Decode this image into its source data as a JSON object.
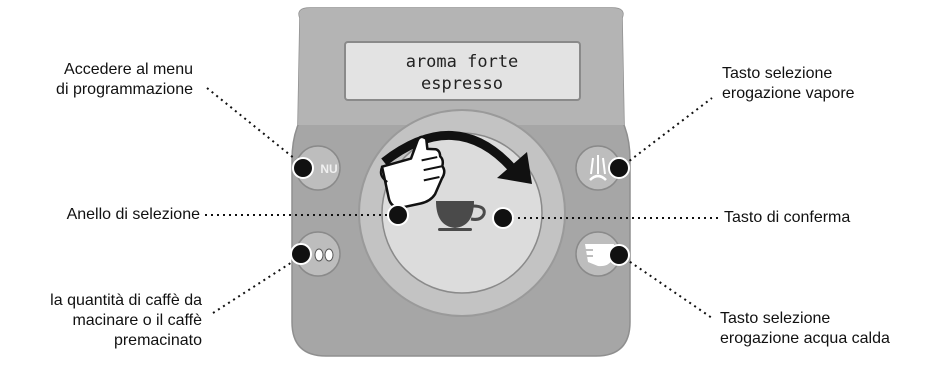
{
  "display": {
    "line1": "aroma forte",
    "line2": "espresso"
  },
  "buttons": {
    "menu_label": "NU"
  },
  "callouts": {
    "menu_line1": "Accedere al menu",
    "menu_line2": "di programmazione",
    "ring": "Anello di selezione",
    "quantity_line1": "la quantità di caffè da",
    "quantity_line2": "macinare o il caffè",
    "quantity_line3": "premacinato",
    "steam_line1": "Tasto selezione",
    "steam_line2": "erogazione vapore",
    "confirm": "Tasto di conferma",
    "water_line1": "Tasto selezione",
    "water_line2": "erogazione acqua calda"
  },
  "colors": {
    "panel": "#a6a6a6",
    "panel_top": "#b8b8b8",
    "lcd": "#e3e3e3",
    "ring_outer": "#c3c3c3",
    "ring_inner": "#dcdcdc",
    "button": "#bdbdbd",
    "marker": "#111111"
  },
  "icons": [
    "menu-button-icon",
    "bean-strength-icon",
    "steam-icon",
    "hot-water-icon",
    "coffee-cup-icon",
    "hand-pointer-icon",
    "rotation-arrow-icon"
  ]
}
